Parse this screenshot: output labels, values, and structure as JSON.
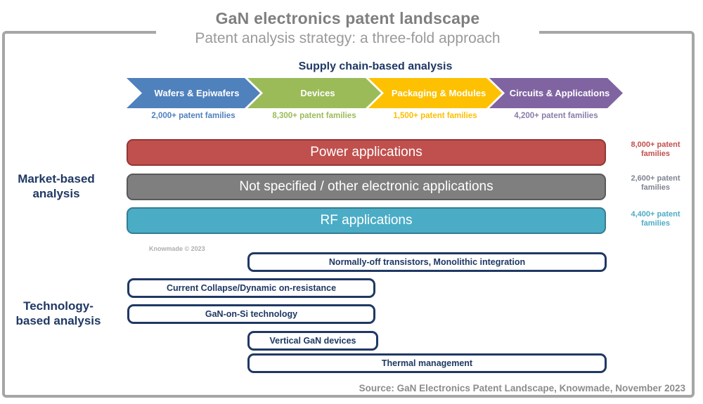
{
  "title": {
    "heading": "GaN electronics patent landscape",
    "subheading": "Patent analysis strategy: a three-fold approach"
  },
  "supply_chain": {
    "heading": "Supply chain-based analysis",
    "segments": [
      {
        "label": "Wafers & Epiwafers",
        "families": "2,000+ patent families",
        "color": "#4f81bd"
      },
      {
        "label": "Devices",
        "families": "8,300+ patent families",
        "color": "#9bbb59"
      },
      {
        "label": "Packaging & Modules",
        "families": "1,500+ patent families",
        "color": "#fdc101"
      },
      {
        "label": "Circuits & Applications",
        "families": "4,200+ patent families",
        "color": "#8064a2"
      }
    ]
  },
  "market": {
    "heading": "Market-based analysis",
    "bars": [
      {
        "label": "Power applications",
        "families": "8,000+ patent families",
        "fill": "#c0504d",
        "border": "#943634"
      },
      {
        "label": "Not specified / other electronic applications",
        "families": "2,600+ patent families",
        "fill": "#7f7f7f",
        "border": "#595959"
      },
      {
        "label": "RF applications",
        "families": "4,400+ patent families",
        "fill": "#4bacc6",
        "border": "#357d91"
      }
    ],
    "copyright": "Knowmade © 2023"
  },
  "technology": {
    "heading": "Technology-based analysis",
    "boxes": [
      {
        "label": "Normally-off transistors, Monolithic integration"
      },
      {
        "label": "Current Collapse/Dynamic on-resistance"
      },
      {
        "label": "GaN-on-Si technology"
      },
      {
        "label": "Vertical GaN devices"
      },
      {
        "label": "Thermal management"
      }
    ],
    "border_color": "#1f3864"
  },
  "footer": {
    "source": "Source: GaN Electronics Patent Landscape, Knowmade, November 2023"
  }
}
